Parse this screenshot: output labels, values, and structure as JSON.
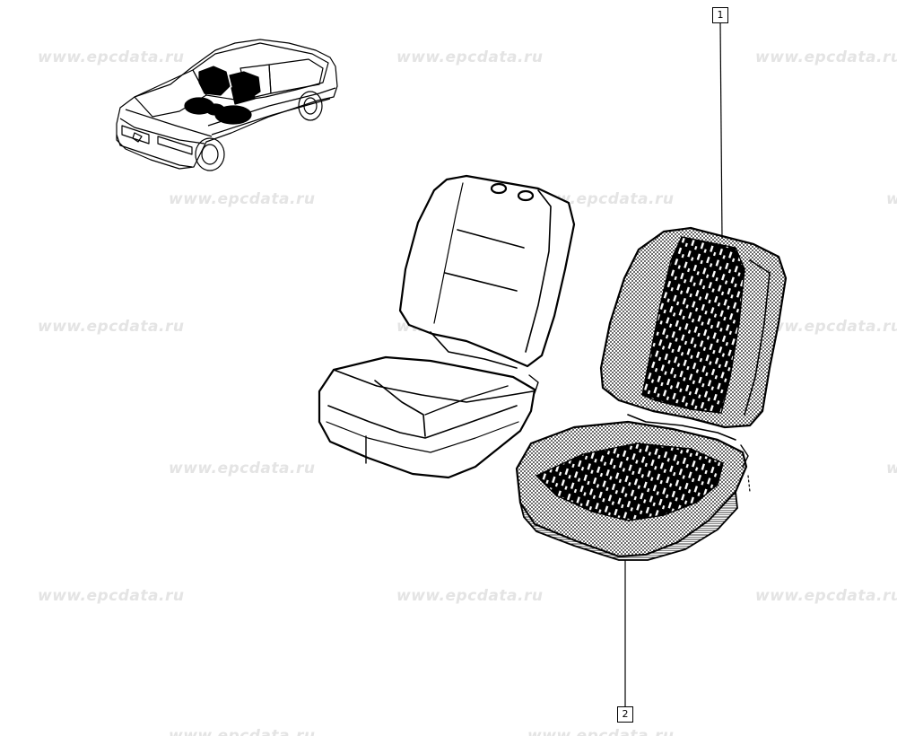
{
  "watermark": {
    "text": "www.epcdata.ru",
    "color": "#e4e4e4"
  },
  "callouts": [
    {
      "id": "1",
      "label": "1"
    },
    {
      "id": "2",
      "label": "2"
    }
  ],
  "icons": {
    "car": "car-locator-icon",
    "seat_outline": "seat-outline-illustration",
    "seat_upholstered": "seat-trim-illustration"
  }
}
